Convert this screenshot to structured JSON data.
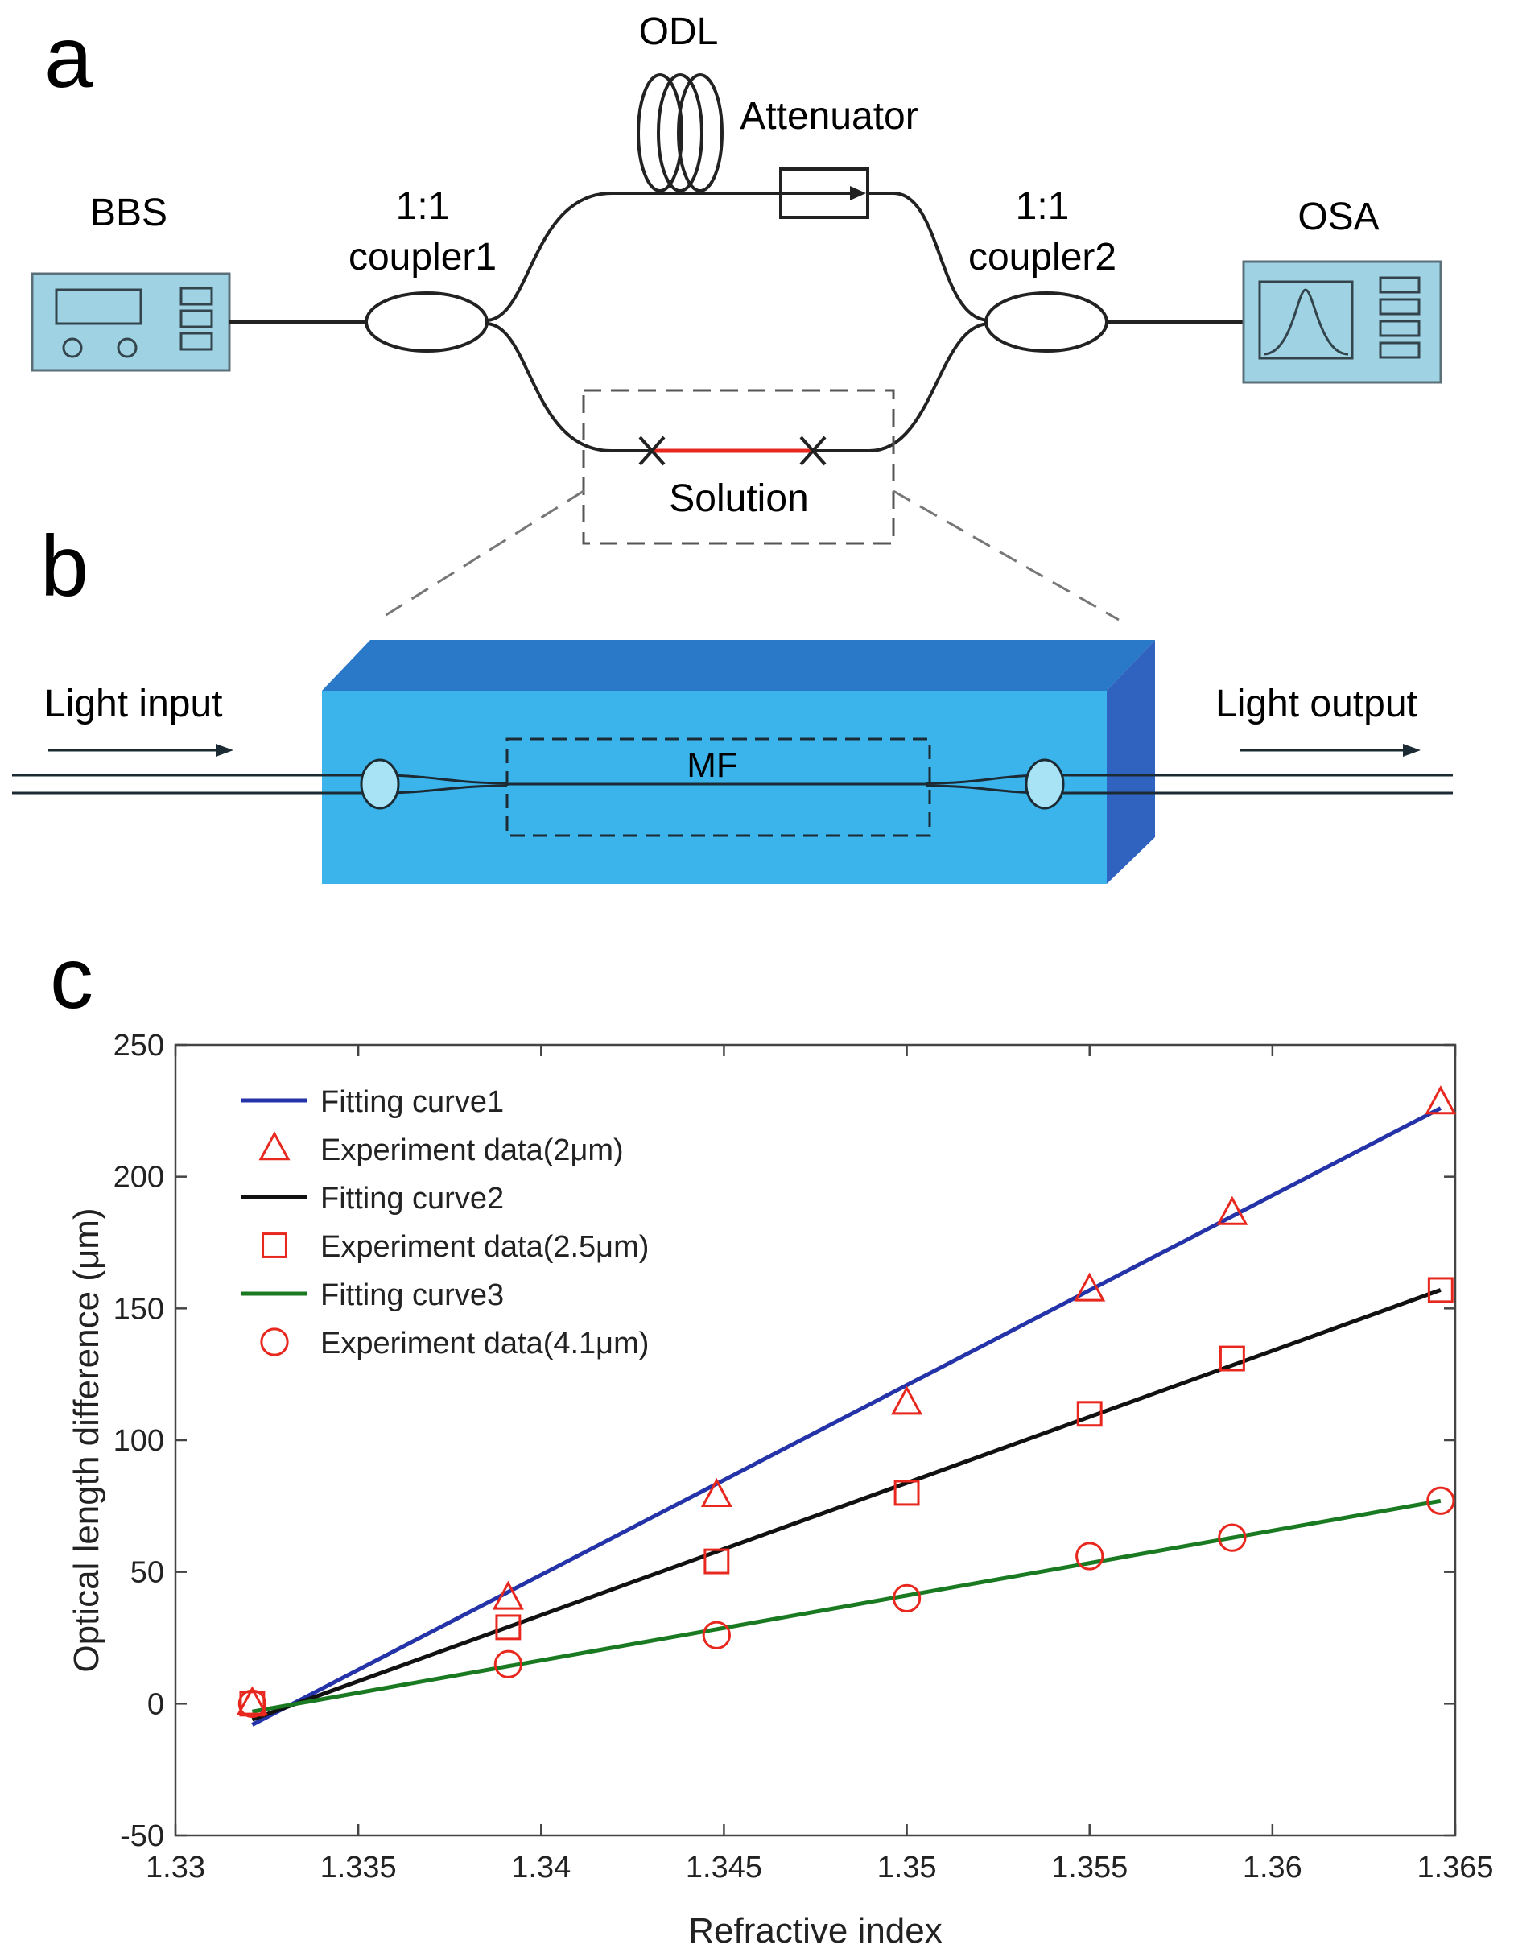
{
  "panel_labels": {
    "a": "a",
    "b": "b",
    "c": "c"
  },
  "setup": {
    "bbs": "BBS",
    "coupler1": {
      "ratio": "1:1",
      "name": "coupler1"
    },
    "odl": "ODL",
    "attenuator": "Attenuator",
    "coupler2": {
      "ratio": "1:1",
      "name": "coupler2"
    },
    "osa": "OSA",
    "solution": "Solution"
  },
  "cell": {
    "light_input": "Light input",
    "light_output": "Light output",
    "mf": "MF"
  },
  "colors": {
    "instrument_fill": "#9fd3e3",
    "instrument_stroke": "#5b6f78",
    "cell_front": "#3bb4ec",
    "cell_top": "#2a78c8",
    "cell_side": "#2f63bf",
    "fiber_red": "#e8281e",
    "curve1": "#2433a8",
    "curve2": "#111111",
    "curve3": "#1a7a22",
    "markers": "#e8281e"
  },
  "chart_data": {
    "type": "line",
    "xlabel": "Refractive index",
    "ylabel": "Optical length difference (μm)",
    "xlim": [
      1.33,
      1.365
    ],
    "ylim": [
      -50,
      250
    ],
    "xticks": [
      1.33,
      1.335,
      1.34,
      1.345,
      1.35,
      1.355,
      1.36,
      1.365
    ],
    "yticks": [
      -50,
      0,
      50,
      100,
      150,
      200,
      250
    ],
    "grid": false,
    "legend_position": "top-left",
    "series": [
      {
        "name": "Fitting curve1",
        "kind": "line",
        "color": "#2433a8",
        "x": [
          1.3321,
          1.3646
        ],
        "y": [
          -8,
          226
        ]
      },
      {
        "name": "Experiment data(2μm)",
        "kind": "marker",
        "marker": "triangle",
        "color": "#e8281e",
        "x": [
          1.3321,
          1.3391,
          1.3448,
          1.35,
          1.355,
          1.3589,
          1.3646
        ],
        "y": [
          0,
          40,
          79,
          114,
          157,
          186,
          228
        ]
      },
      {
        "name": "Fitting curve2",
        "kind": "line",
        "color": "#111111",
        "x": [
          1.3321,
          1.3646
        ],
        "y": [
          -6,
          157
        ]
      },
      {
        "name": "Experiment data(2.5μm)",
        "kind": "marker",
        "marker": "square",
        "color": "#e8281e",
        "x": [
          1.3321,
          1.3391,
          1.3448,
          1.35,
          1.355,
          1.3589,
          1.3646
        ],
        "y": [
          0,
          29,
          54,
          80,
          110,
          131,
          157
        ]
      },
      {
        "name": "Fitting curve3",
        "kind": "line",
        "color": "#1a7a22",
        "x": [
          1.3321,
          1.3646
        ],
        "y": [
          -3,
          77
        ]
      },
      {
        "name": "Experiment data(4.1μm)",
        "kind": "marker",
        "marker": "circle",
        "color": "#e8281e",
        "x": [
          1.3321,
          1.3391,
          1.3448,
          1.35,
          1.355,
          1.3589,
          1.3646
        ],
        "y": [
          0,
          15,
          26,
          40,
          56,
          63,
          77
        ]
      }
    ]
  }
}
